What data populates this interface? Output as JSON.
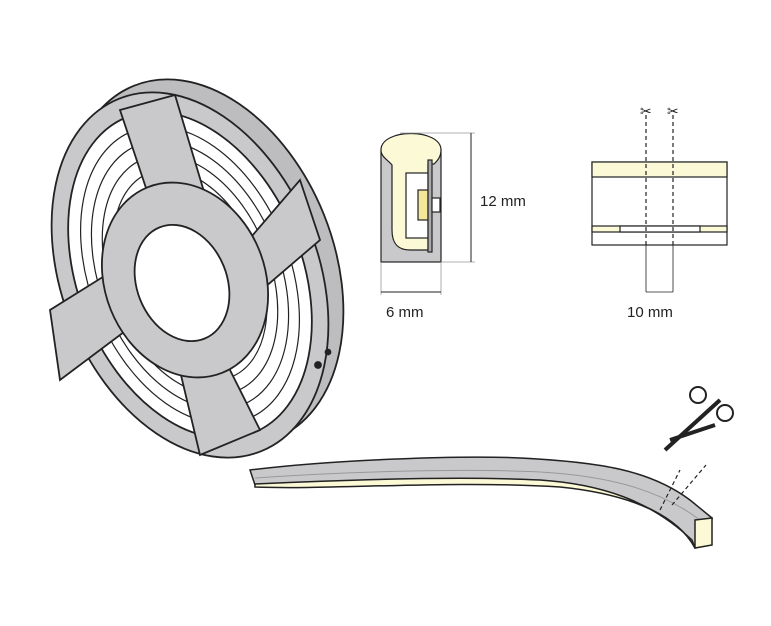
{
  "dimensions": {
    "height_label": "12 mm",
    "width_label": "6 mm",
    "cut_interval_label": "10 mm"
  },
  "colors": {
    "housing_gray": "#c9c9cb",
    "glow_yellow": "#fbf9d6",
    "led_yellow": "#f3e79a",
    "outline": "#222222"
  }
}
